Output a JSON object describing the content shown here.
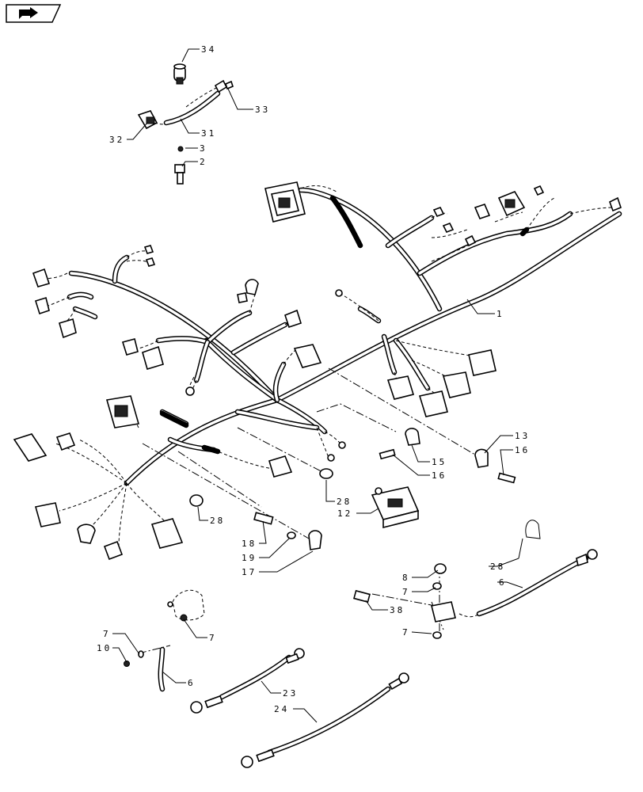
{
  "navigation": {
    "icon": "return-arrow-icon"
  },
  "callouts": {
    "c34": "34",
    "c33": "33",
    "c32": "32",
    "c31": "31",
    "c3": "3",
    "c2": "2",
    "c1": "1",
    "c13": "13",
    "c16a": "16",
    "c15": "15",
    "c16b": "16",
    "c12": "12",
    "c28a": "28",
    "c28b": "28",
    "c28c": "28",
    "c18": "18",
    "c19": "19",
    "c17": "17",
    "c8": "8",
    "c7a": "7",
    "c38": "38",
    "c7b": "7",
    "c6a": "6",
    "c7c": "7",
    "c10": "10",
    "c7d": "7",
    "c6b": "6",
    "c23": "23",
    "c24": "24"
  }
}
